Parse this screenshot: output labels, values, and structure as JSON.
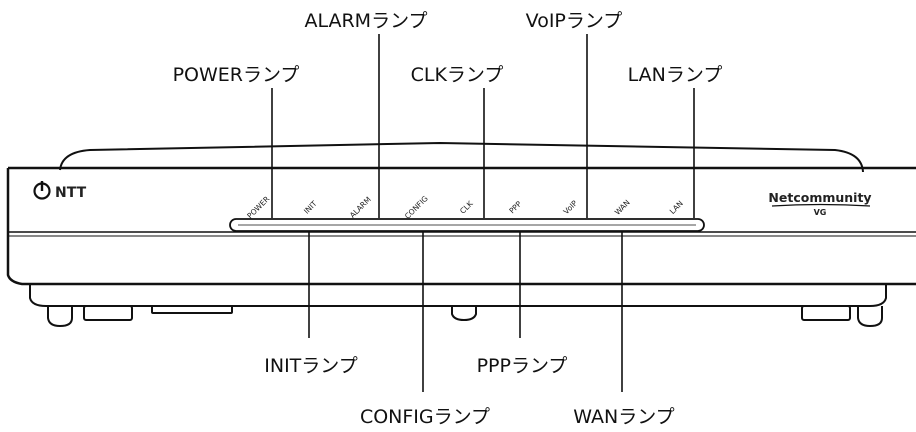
{
  "device": {
    "maker": "NTT",
    "product_brand": "Netcommunity",
    "product_model": "VG"
  },
  "lamps": [
    {
      "id": "power",
      "panel_label": "POWER",
      "callout": "POWERランプ"
    },
    {
      "id": "init",
      "panel_label": "INIT",
      "callout": "INITランプ"
    },
    {
      "id": "alarm",
      "panel_label": "ALARM",
      "callout": "ALARMランプ"
    },
    {
      "id": "config",
      "panel_label": "CONFIG",
      "callout": "CONFIGランプ"
    },
    {
      "id": "clk",
      "panel_label": "CLK",
      "callout": "CLKランプ"
    },
    {
      "id": "ppp",
      "panel_label": "PPP",
      "callout": "PPPランプ"
    },
    {
      "id": "voip",
      "panel_label": "VoIP",
      "callout": "VoIPランプ"
    },
    {
      "id": "wan",
      "panel_label": "WAN",
      "callout": "WANランプ"
    },
    {
      "id": "lan",
      "panel_label": "LAN",
      "callout": "LANランプ"
    }
  ]
}
